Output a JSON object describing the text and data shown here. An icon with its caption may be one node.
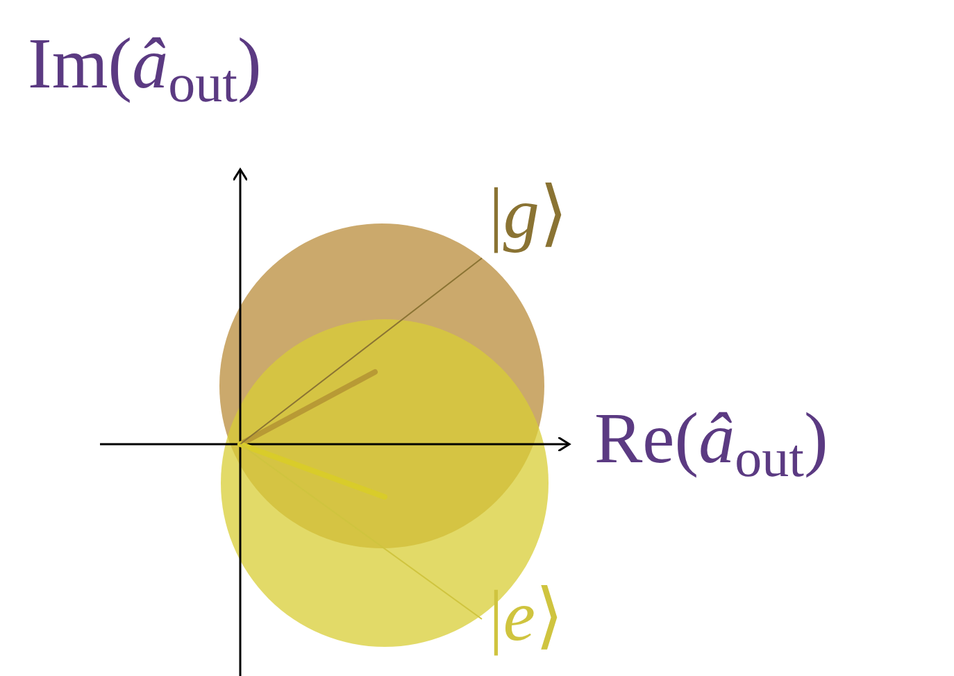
{
  "diagram": {
    "nodes": [
      {
        "text": [
          "|*g*⟩"
        ]
      },
      {
        "text": [
          "|*e*⟩"
        ]
      },
      {
        "text": [],
        "shape": "circle"
      },
      {
        "text": [],
        "shape": "circle"
      }
    ],
    "edges": [
      {
        "from": 0,
        "to": 2,
        "arrow": "none"
      },
      {
        "from": 1,
        "to": 3,
        "arrow": "none"
      }
    ],
    "labels": [
      "Im(*â*$_{out}$)",
      "Re(*â*$_{out}$)"
    ]
  }
}
